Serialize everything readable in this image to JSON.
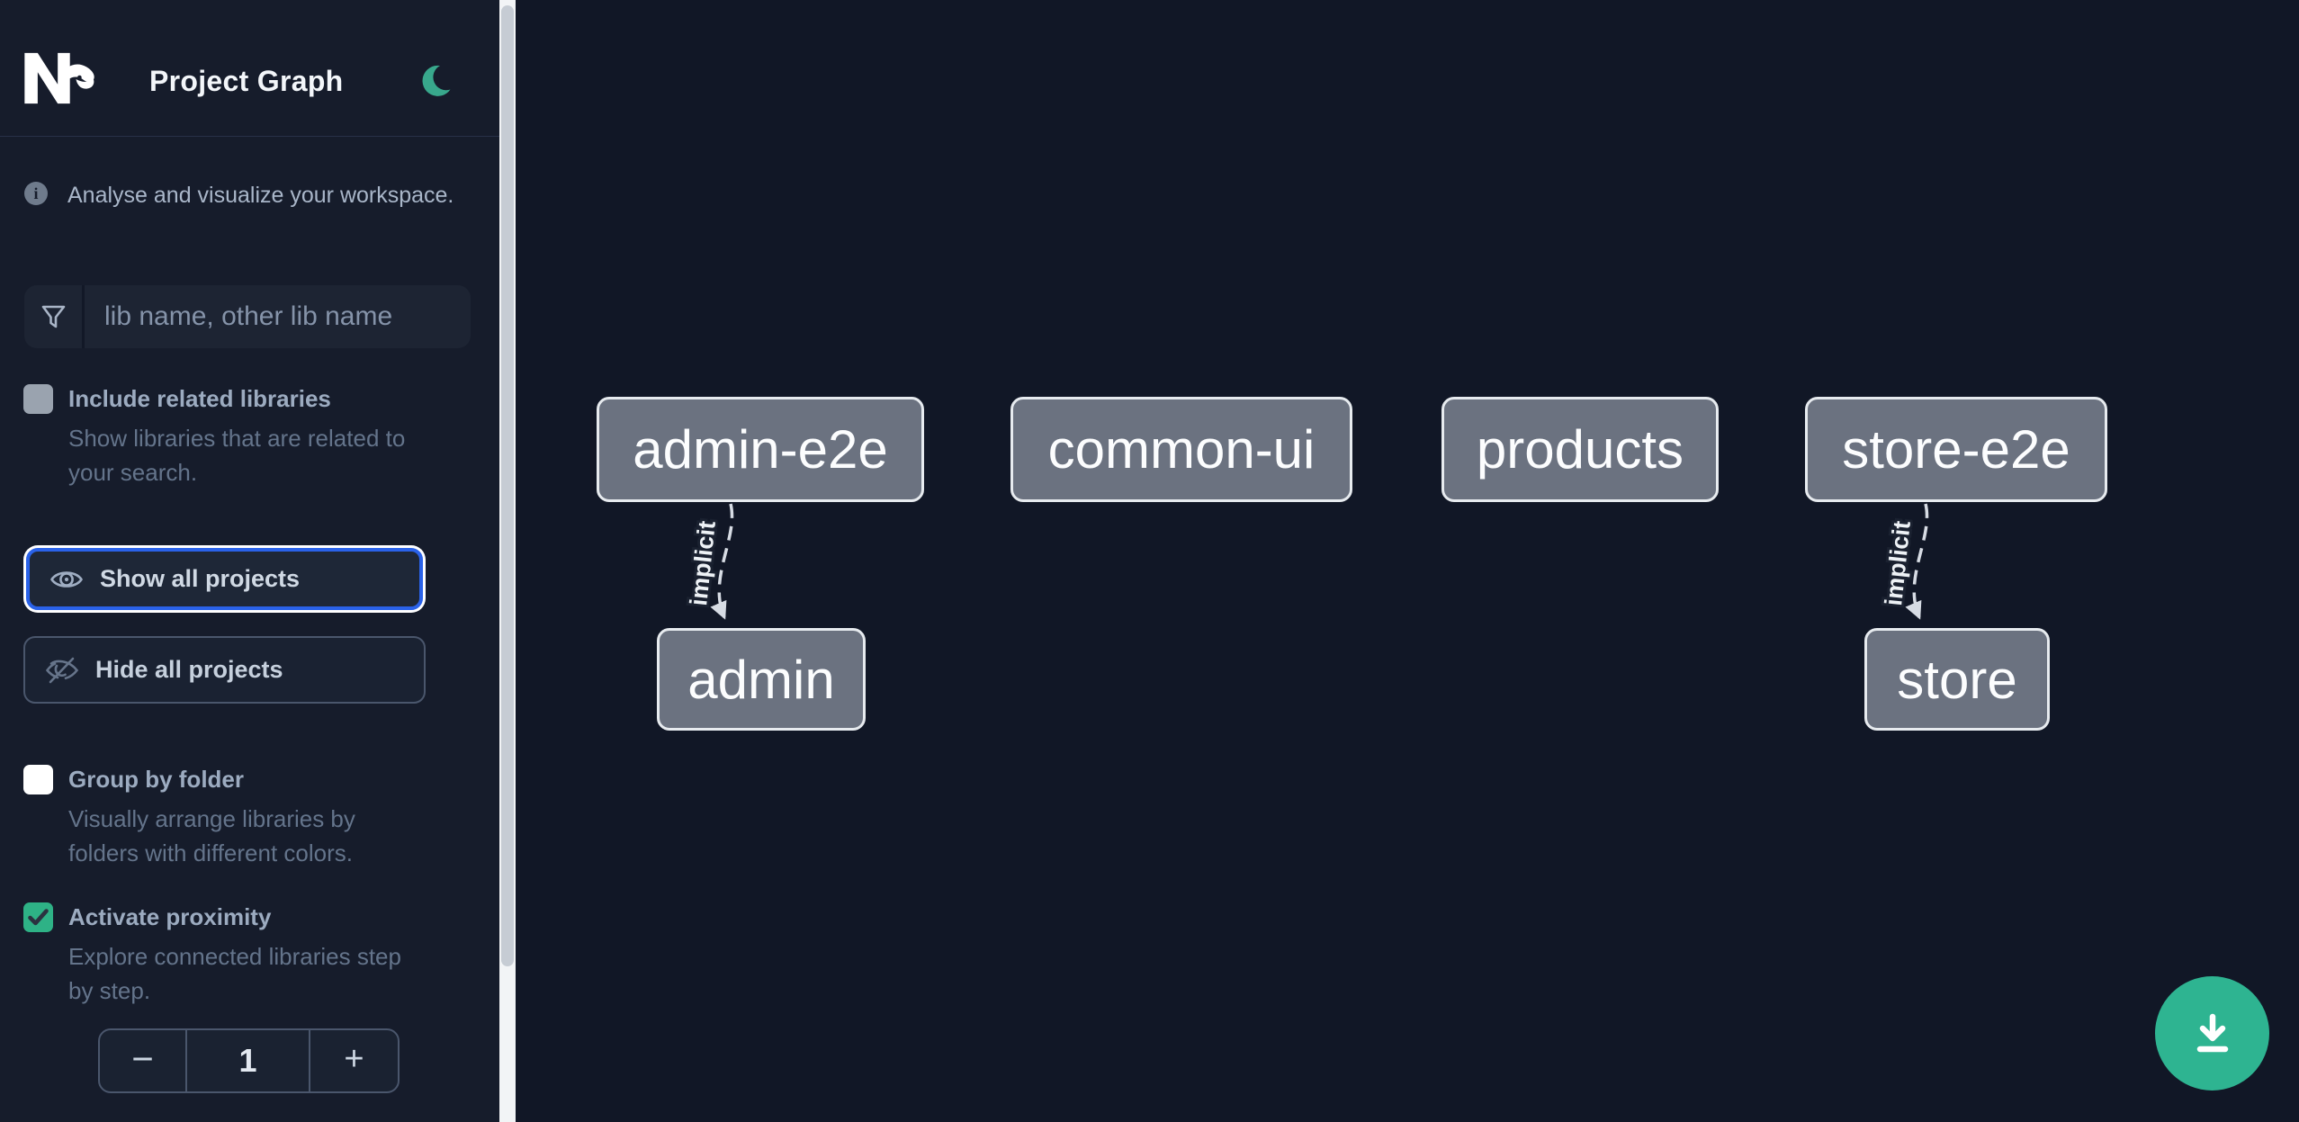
{
  "header": {
    "logo_alt": "Nx",
    "title": "Project Graph",
    "theme_toggle_icon": "moon-icon"
  },
  "sidebar": {
    "tagline": "Analyse and visualize your workspace.",
    "search": {
      "placeholder": "lib name, other lib name",
      "value": "",
      "icon": "filter-funnel-icon"
    },
    "options": [
      {
        "label": "Include related libraries",
        "description_lines": [
          "Show libraries that are related to",
          "your search."
        ],
        "checked": false
      },
      {
        "label": "Group by folder",
        "description_lines": [
          "Visually arrange libraries by",
          "folders with different colors."
        ],
        "checked": false
      },
      {
        "label": "Activate proximity",
        "description_lines": [
          "Explore connected libraries step",
          "by step."
        ],
        "checked": true
      }
    ],
    "buttons": {
      "show_all": {
        "label": "Show all projects",
        "icon": "eye-icon",
        "focused": true
      },
      "hide_all": {
        "label": "Hide all projects",
        "icon": "eye-off-icon",
        "focused": false
      }
    },
    "proximity_stepper": {
      "decrement": "−",
      "value": "1",
      "increment": "+"
    }
  },
  "graph": {
    "nodes": [
      {
        "label": "admin-e2e",
        "row": "top"
      },
      {
        "label": "common-ui",
        "row": "top"
      },
      {
        "label": "products",
        "row": "top"
      },
      {
        "label": "store-e2e",
        "row": "top"
      },
      {
        "label": "admin",
        "row": "bottom"
      },
      {
        "label": "store",
        "row": "bottom"
      }
    ],
    "edges": [
      {
        "from": "admin-e2e",
        "to": "admin",
        "label": "implicit",
        "style": "dashed"
      },
      {
        "from": "store-e2e",
        "to": "store",
        "label": "implicit",
        "style": "dashed"
      }
    ]
  },
  "floating": {
    "download_button_icon": "download-icon"
  },
  "colors": {
    "brand_green": "#2eb491",
    "checkbox_checked_green": "#2eb286",
    "focus_blue": "#2a62e9",
    "node_fill": "#6b7280",
    "node_border": "#e7ebef",
    "edge_stroke": "#d7dce4",
    "sidebar_bg": "#161c2b",
    "canvas_bg": "#111726"
  }
}
